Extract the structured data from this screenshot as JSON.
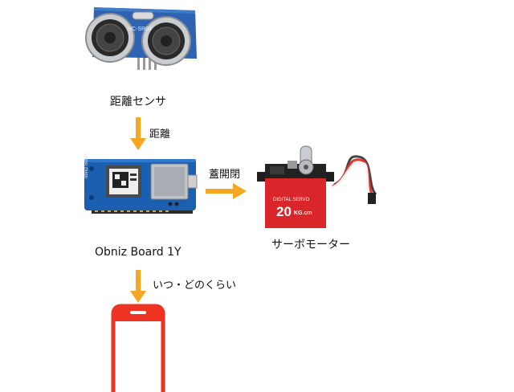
{
  "nodes": {
    "sensor": {
      "label": "距離センサ",
      "board_text": "HC-SR04"
    },
    "board": {
      "label": "Obniz Board 1Y",
      "side_text": "obniz Board"
    },
    "servo": {
      "label": "サーボモーター",
      "brand_text": "DIGITAL SERVO",
      "big_text": "20",
      "small_text": "KG.cm"
    },
    "phone": {
      "label": ""
    }
  },
  "edges": {
    "sensor_to_board": {
      "label": "距離"
    },
    "board_to_servo": {
      "label": "蓋開閉"
    },
    "board_to_phone": {
      "label": "いつ・どのくらい"
    }
  },
  "colors": {
    "arrow": "#f5a623",
    "phone": "#ee3322",
    "board_blue": "#1b5fb0",
    "servo_red": "#d8262a"
  }
}
